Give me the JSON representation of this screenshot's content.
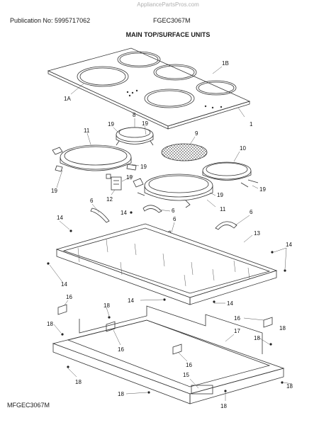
{
  "header": {
    "watermark": "AppliancePartsPros.com",
    "publication": "Publication No: 5995717062",
    "model": "FGEC3067M",
    "title": "MAIN TOP/SURFACE UNITS"
  },
  "footer": {
    "model_code": "MFGEC3067M"
  },
  "callouts": {
    "c1": "1",
    "c1a": "1A",
    "c1b": "1B",
    "c8": "8",
    "c9": "9",
    "c10": "10",
    "c11a": "11",
    "c11b": "11",
    "c12": "12",
    "c13": "13",
    "c6a": "6",
    "c6b": "6",
    "c6c": "6",
    "c6d": "6",
    "c14a": "14",
    "c14b": "14",
    "c14c": "14",
    "c14d": "14",
    "c14e": "14",
    "c14f": "14",
    "c15": "15",
    "c16a": "16",
    "c16b": "16",
    "c16c": "16",
    "c16d": "16",
    "c17": "17",
    "c18a": "18",
    "c18b": "18",
    "c18c": "18",
    "c18d": "18",
    "c18e": "18",
    "c18f": "18",
    "c18g": "18",
    "c18h": "18",
    "c19a": "19",
    "c19b": "19",
    "c19c": "19",
    "c19d": "19",
    "c19e": "19",
    "c19f": "19",
    "c19g": "19"
  }
}
